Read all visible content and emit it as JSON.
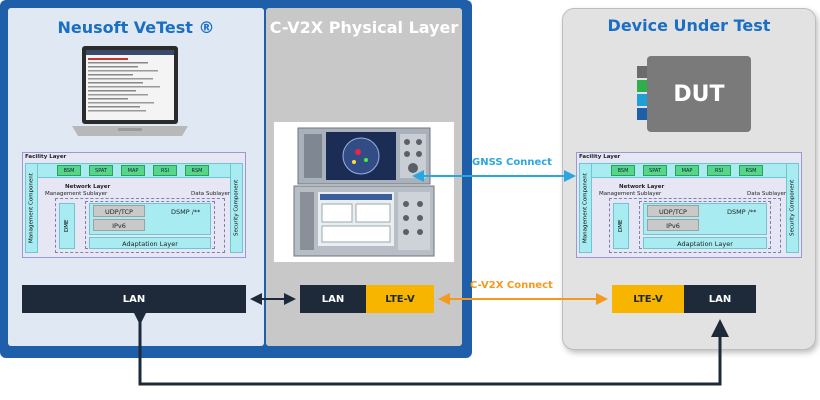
{
  "titles": {
    "left": "Neusoft VeTest ®",
    "middle": "C-V2X Physical Layer",
    "right": "Device Under Test"
  },
  "stack": {
    "facility": "Facility Layer",
    "messages": [
      "BSM",
      "SPAT",
      "MAP",
      "RSI",
      "RSM"
    ],
    "network": "Network Layer",
    "mgmt_sublayer": "Management Sublayer",
    "data_sublayer": "Data Sublayer",
    "udp": "UDP/TCP",
    "ipv6": "IPv6",
    "dsmp": "DSMP /**",
    "adaptation": "Adaptation Layer",
    "dme": "DME",
    "mgmt_component": "Management Component",
    "security_component": "Security Component"
  },
  "dut_label": "DUT",
  "lan": "LAN",
  "ltev": "LTE-V",
  "connections": {
    "gnss": "GNSS Connect",
    "cv2x": "C-V2X Connect"
  },
  "colors": {
    "brand_blue": "#1f5ea8",
    "title_blue": "#1a6fc4",
    "lte_yellow": "#f7b500",
    "dark_bar": "#1e2a3a",
    "gnss_cyan": "#29a8e0",
    "cv2x_orange": "#f39a1e",
    "green_box": "#55d68a"
  }
}
